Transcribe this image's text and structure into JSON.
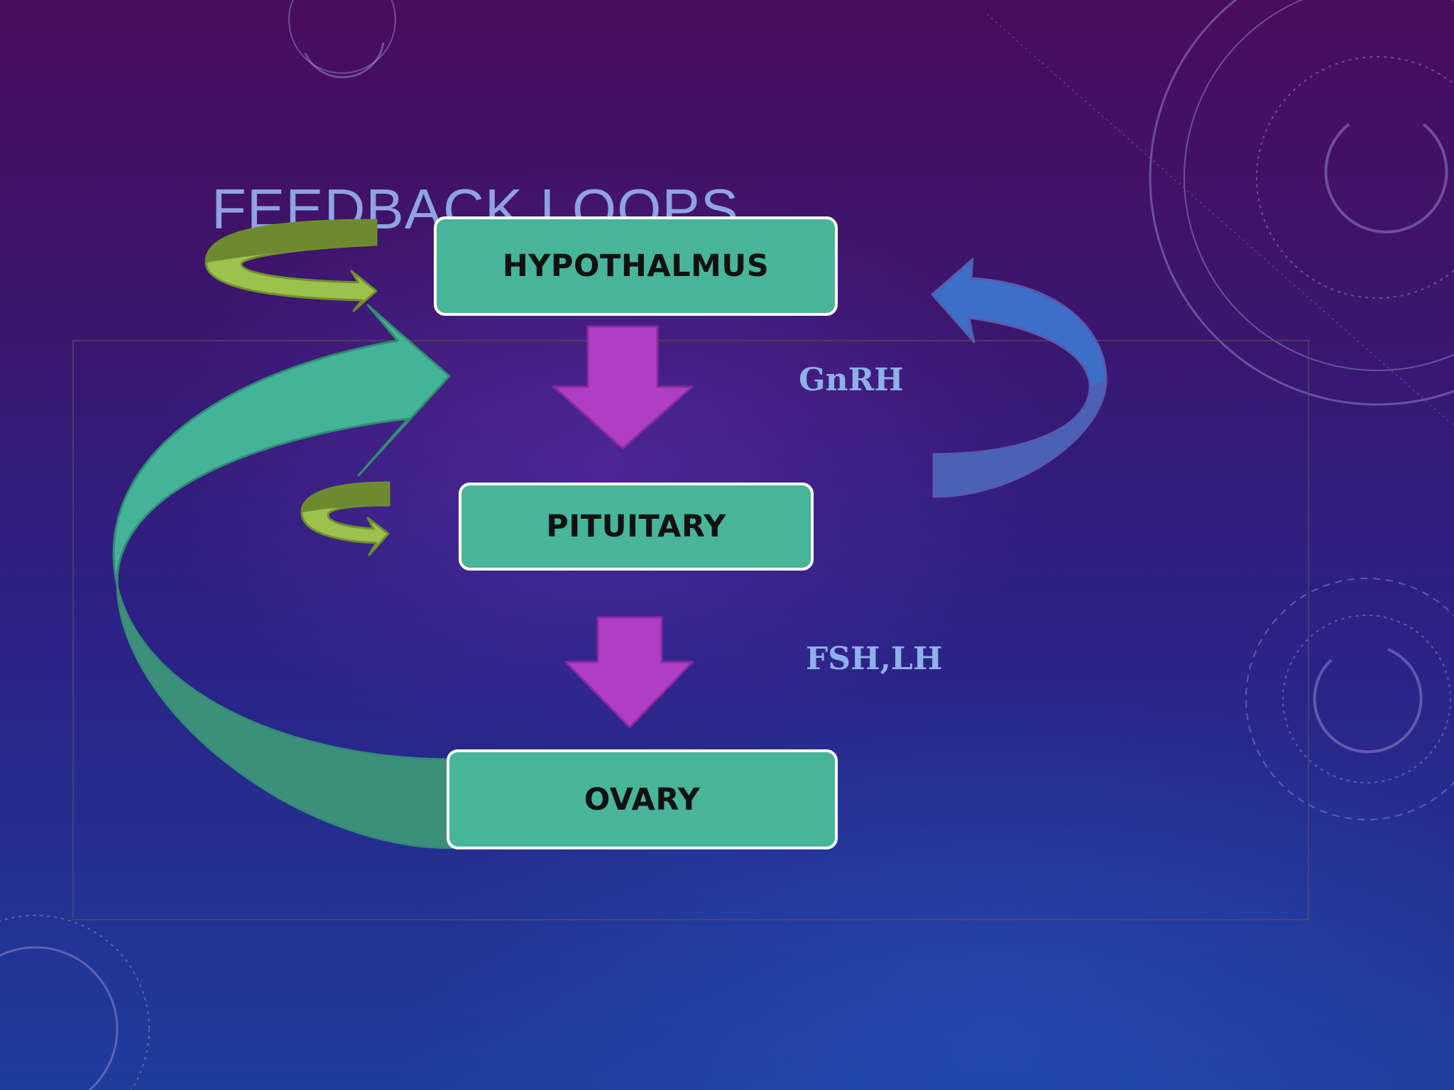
{
  "slide": {
    "title": "FEEDBACK LOOPS"
  },
  "diagram": {
    "nodes": [
      {
        "id": "hypothalamus",
        "label": "HYPOTHALMUS"
      },
      {
        "id": "pituitary",
        "label": "PITUITARY"
      },
      {
        "id": "ovary",
        "label": "OVARY"
      }
    ],
    "hormones": [
      {
        "id": "gnrh",
        "label": "GnRH"
      },
      {
        "id": "fsh-lh",
        "label": "FSH,LH"
      }
    ]
  },
  "colors": {
    "node_fill": "#48b59a",
    "node_border": "#ffffff",
    "down_arrow": "#b03ec4",
    "long_feedback_arrow": "#45b397",
    "short_loop_arrow": "#9cc24d",
    "ultrashort_loop_arrow": "#3b6fc8",
    "title": "#8fa3e0",
    "hormone_label": "#8fb0ea"
  }
}
